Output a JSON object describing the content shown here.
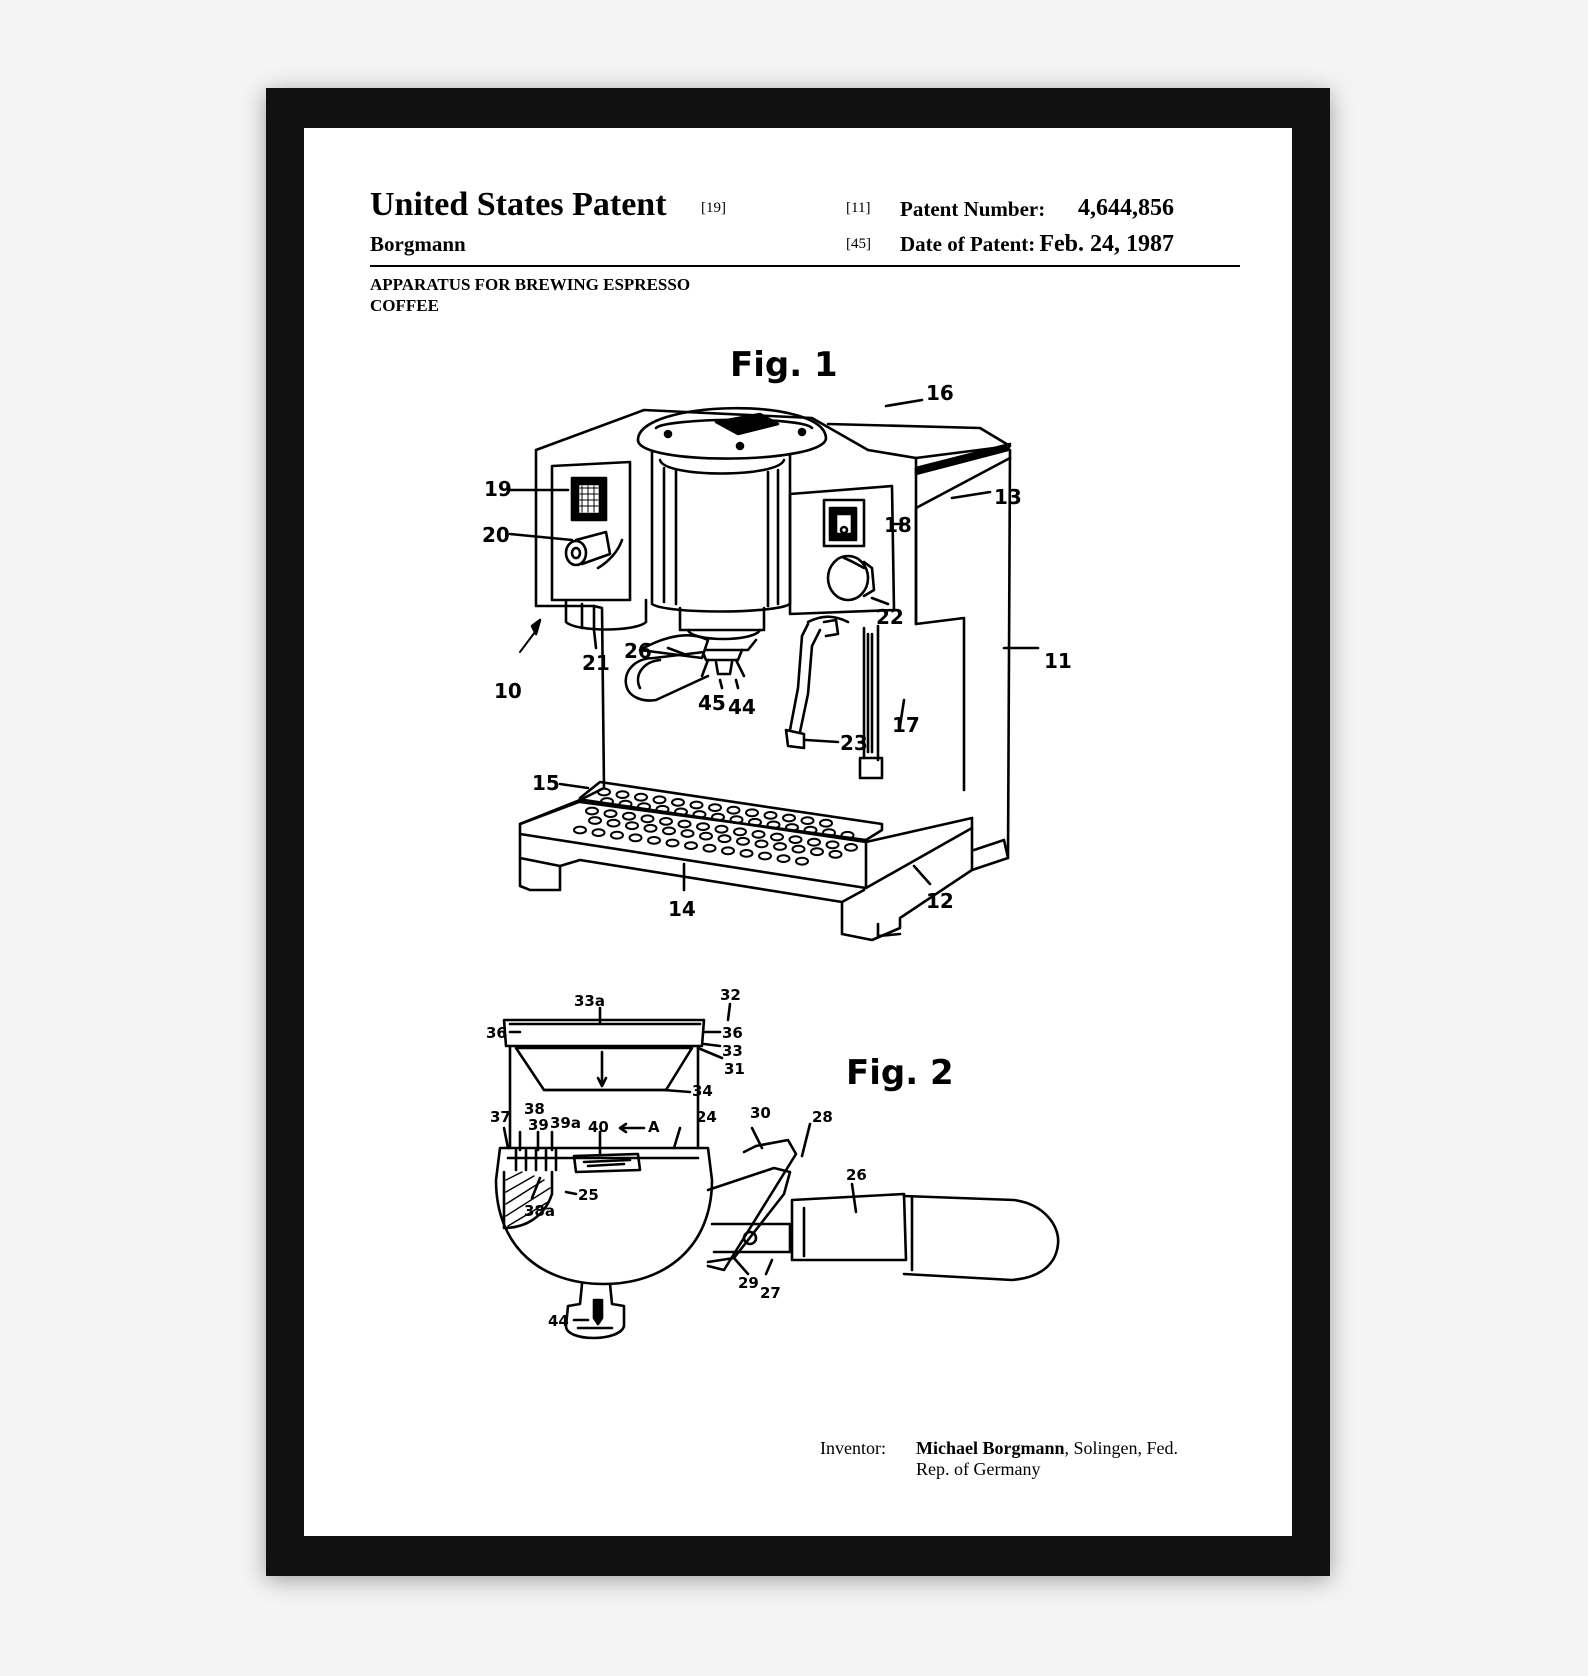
{
  "patent": {
    "office": "United States Patent",
    "office_code": "[19]",
    "number_code": "[11]",
    "number_label": "Patent Number:",
    "number_value": "4,644,856",
    "date_code": "[45]",
    "date_label": "Date of Patent:",
    "date_value": "Feb. 24, 1987",
    "author": "Borgmann",
    "title_line1": "APPARATUS FOR BREWING ESPRESSO",
    "title_line2": "COFFEE",
    "inventor_label": "Inventor:",
    "inventor_name": "Michael Borgmann",
    "inventor_place1": ", Solingen, Fed.",
    "inventor_place2": "Rep. of Germany"
  },
  "fig1": {
    "label": "Fig. 1",
    "refs": {
      "r10": "10",
      "r11": "11",
      "r12": "12",
      "r13": "13",
      "r14": "14",
      "r15": "15",
      "r16": "16",
      "r17": "17",
      "r18": "18",
      "r19": "19",
      "r20": "20",
      "r21": "21",
      "r22": "22",
      "r23": "23",
      "r26": "26",
      "r44": "44",
      "r45": "45"
    }
  },
  "fig2": {
    "label": "Fig. 2",
    "refs": {
      "r24": "24",
      "r25": "25",
      "r26": "26",
      "r27": "27",
      "r28": "28",
      "r29": "29",
      "r30": "30",
      "r31": "31",
      "r32": "32",
      "r33": "33",
      "r33a": "33a",
      "r34": "34",
      "r36a": "36",
      "r36b": "36",
      "r37": "37",
      "r38": "38",
      "r38a": "38a",
      "r39": "39",
      "r39a": "39a",
      "r40": "40",
      "r44": "44",
      "rA": "A"
    }
  },
  "colors": {
    "frame": "#111111",
    "paper": "#ffffff",
    "ink": "#000000",
    "wall": "#f4f4f4"
  }
}
